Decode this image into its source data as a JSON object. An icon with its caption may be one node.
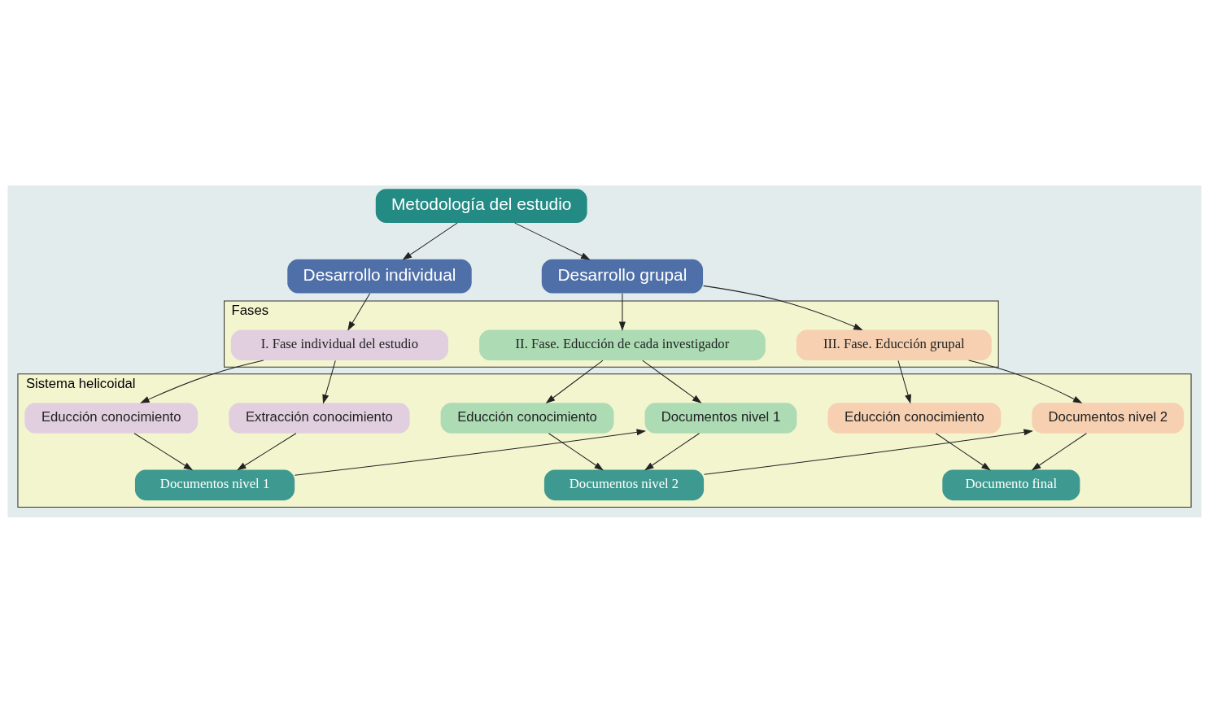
{
  "diagram": {
    "nodes": [
      {
        "text": [
          "Metodología del estudio"
        ]
      },
      {
        "text": [
          "Desarrollo individual"
        ]
      },
      {
        "text": [
          "Desarrollo grupal"
        ]
      },
      {
        "text": [
          "Fases"
        ]
      },
      {
        "text": [
          "I. Fase individual del estudio"
        ],
        "in": 3
      },
      {
        "text": [
          "II. Fase. Educción de cada investigador"
        ],
        "in": 3
      },
      {
        "text": [
          "III. Fase. Educción grupal"
        ],
        "in": 3
      },
      {
        "text": [
          "Sistema helicoidal"
        ]
      },
      {
        "text": [
          "Extracción conocimiento"
        ],
        "in": 7
      },
      {
        "text": [
          "Educción conocimiento"
        ],
        "in": 7
      },
      {
        "text": [
          "Documentos nivel 1"
        ],
        "in": 7
      },
      {
        "text": [
          "Documentos nivel 1"
        ],
        "in": 7
      },
      {
        "text": [
          "Educción conocimiento"
        ],
        "in": 7
      },
      {
        "text": [
          "Documentos nivel 2"
        ],
        "in": 7
      },
      {
        "text": [
          "Documentos nivel 2"
        ],
        "in": 7
      },
      {
        "text": [
          "Educción conocimiento"
        ],
        "in": 7
      },
      {
        "text": [
          "Documento final"
        ],
        "in": 7
      }
    ],
    "edges": [
      {
        "from": 0,
        "to": 1,
        "arrow": "to"
      },
      {
        "from": 0,
        "to": 2,
        "arrow": "to"
      },
      {
        "from": 1,
        "to": 4,
        "arrow": "to"
      },
      {
        "from": 2,
        "to": 5,
        "arrow": "to"
      },
      {
        "from": 2,
        "to": 6,
        "arrow": "to"
      },
      {
        "from": 4,
        "to": 8,
        "arrow": "to"
      },
      {
        "from": 4,
        "to": 9,
        "arrow": "to"
      },
      {
        "from": 8,
        "to": 10,
        "arrow": "to"
      },
      {
        "from": 9,
        "to": 10,
        "arrow": "to"
      },
      {
        "from": 10,
        "to": 11,
        "arrow": "to"
      },
      {
        "from": 5,
        "to": 11,
        "arrow": "to"
      },
      {
        "from": 5,
        "to": 12,
        "arrow": "to"
      },
      {
        "from": 11,
        "to": 13,
        "arrow": "to"
      },
      {
        "from": 12,
        "to": 13,
        "arrow": "to"
      },
      {
        "from": 13,
        "to": 14,
        "arrow": "to"
      },
      {
        "from": 6,
        "to": 14,
        "arrow": "to"
      },
      {
        "from": 6,
        "to": 15,
        "arrow": "to"
      },
      {
        "from": 14,
        "to": 16,
        "arrow": "to"
      },
      {
        "from": 15,
        "to": 16,
        "arrow": "to"
      }
    ]
  }
}
